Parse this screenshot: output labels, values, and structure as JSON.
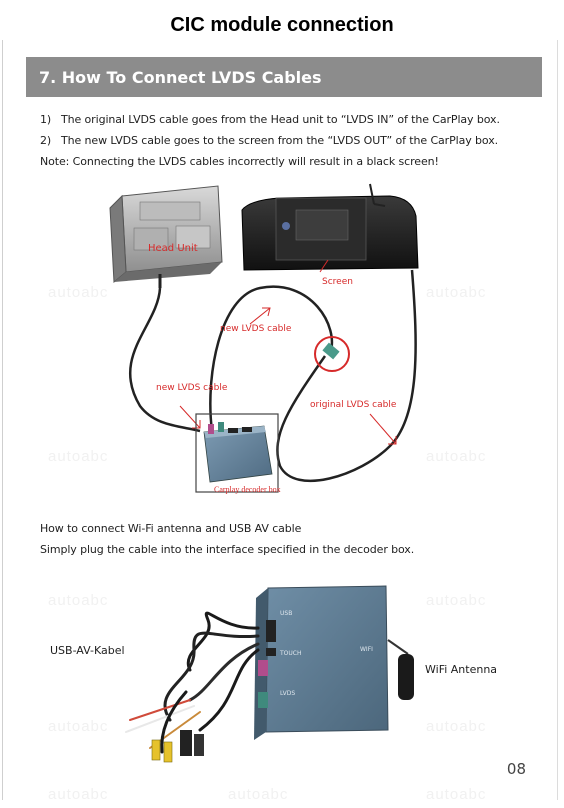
{
  "header": {
    "title": "CIC module connection"
  },
  "section": {
    "title": "7. How To Connect LVDS Cables"
  },
  "instructions": [
    {
      "number": "1)",
      "text": "The original LVDS cable goes from the Head unit to “LVDS IN” of the CarPlay box."
    },
    {
      "number": "2)",
      "text": "The new LVDS cable goes to the screen from the “LVDS OUT” of the CarPlay box."
    }
  ],
  "note": "Note: Connecting the LVDS cables incorrectly will result in a black screen!",
  "diagram1": {
    "head_unit": "Head Unit",
    "screen": "Screen",
    "new_cable_top": "new LVDS cable",
    "new_cable_left": "new LVDS cable",
    "original_cable": "original LVDS cable",
    "decoder_box": "Carplay decoder box"
  },
  "wifi_section": {
    "heading": "How to connect Wi-Fi antenna and USB AV cable",
    "text": "Simply plug the cable into the interface specified in the decoder box."
  },
  "diagram2": {
    "usb_label": "USB-AV-Kabel",
    "wifi_label": "WiFi Antenna",
    "box_text_1": "USB",
    "box_text_2": "TOUCH",
    "box_text_3": "LVDS",
    "box_text_4": "WIFI"
  },
  "watermark": "autoabc",
  "page_number": "08",
  "colors": {
    "section_bar": "#8c8c8c",
    "annotation_red": "#d62a2a",
    "decoder_blue": "#5f7f99"
  }
}
